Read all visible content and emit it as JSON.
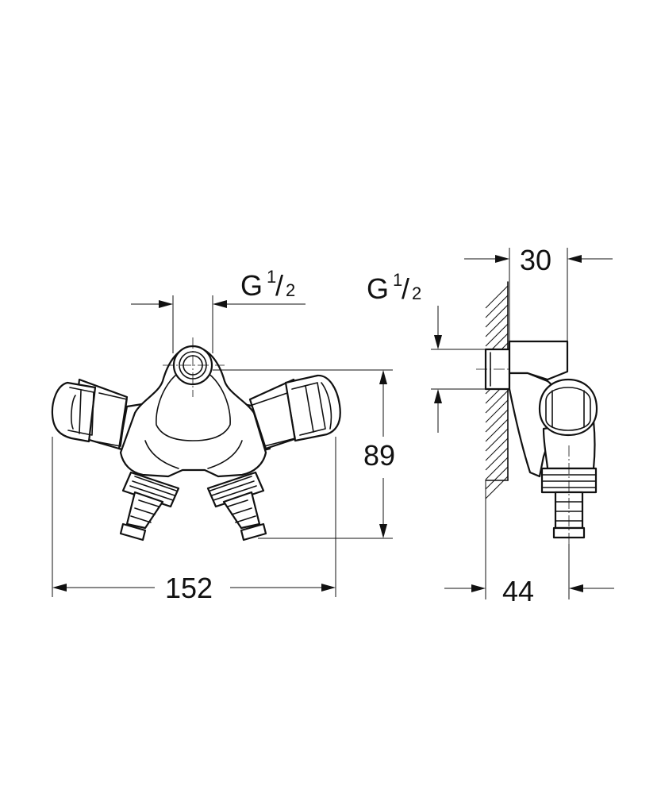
{
  "front_view": {
    "connection_label": "G",
    "connection_fraction_num": "1",
    "connection_fraction_den": "2",
    "height_dim": "89",
    "width_dim": "152"
  },
  "side_view": {
    "connection_label": "G",
    "connection_fraction_num": "1",
    "connection_fraction_den": "2",
    "depth_top_dim": "30",
    "depth_bottom_dim": "44"
  },
  "colors": {
    "line": "#111111",
    "background": "#ffffff"
  }
}
